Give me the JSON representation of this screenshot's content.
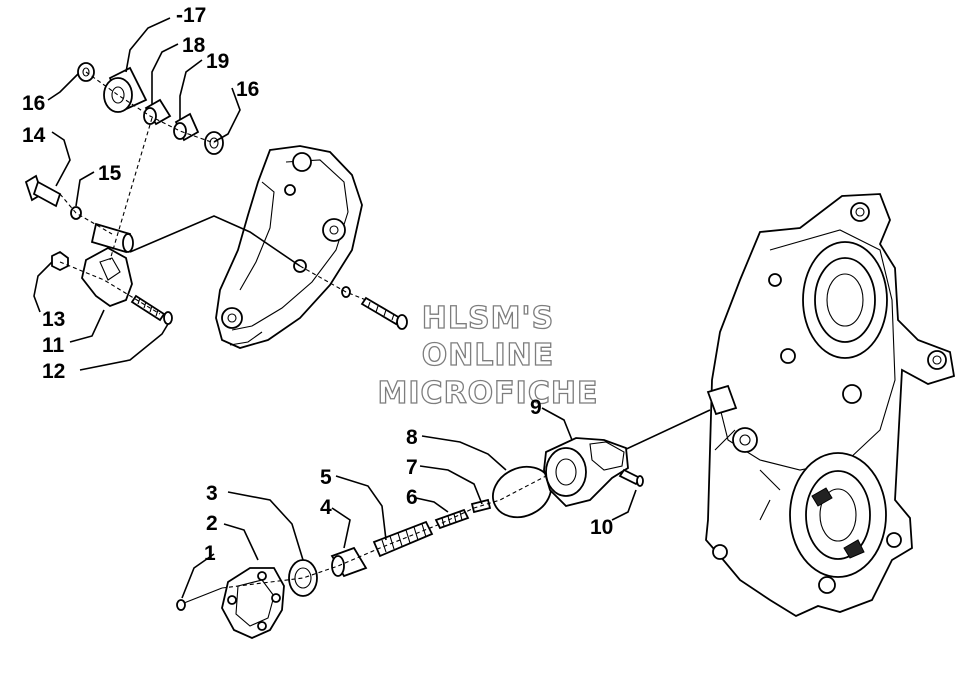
{
  "watermark": {
    "line1": "HLSM'S",
    "line2": "ONLINE",
    "line3": "MICROFICHE"
  },
  "callouts": {
    "c1": "1",
    "c2": "2",
    "c3": "3",
    "c4": "4",
    "c5": "5",
    "c6": "6",
    "c7": "7",
    "c8": "8",
    "c9": "9",
    "c10": "10",
    "c11": "11",
    "c12": "12",
    "c13": "13",
    "c14": "14",
    "c15": "15",
    "c16a": "16",
    "c16b": "16",
    "c17": "-17",
    "c18": "18",
    "c19": "19"
  }
}
